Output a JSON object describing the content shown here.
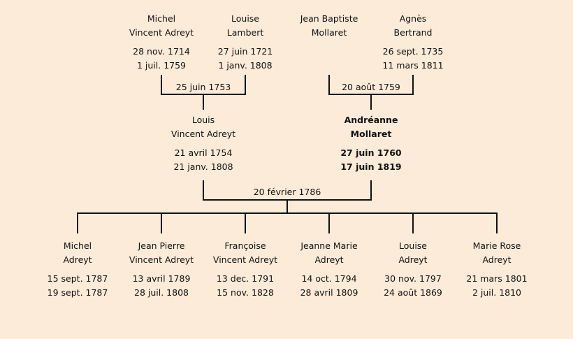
{
  "grandparents": [
    {
      "first": "Michel",
      "last": "Vincent Adreyt",
      "birth": "28 nov. 1714",
      "death": "1 juil. 1759"
    },
    {
      "first": "Louise",
      "last": "Lambert",
      "birth": "27 juin 1721",
      "death": "1 janv. 1808"
    },
    {
      "first": "Jean Baptiste",
      "last": "Mollaret",
      "birth": "",
      "death": ""
    },
    {
      "first": "Agnès",
      "last": "Bertrand",
      "birth": "26 sept. 1735",
      "death": "11 mars 1811"
    }
  ],
  "grandparent_marriages": [
    "25 juin 1753",
    "20 août 1759"
  ],
  "parents": [
    {
      "first": "Louis",
      "last": "Vincent Adreyt",
      "birth": "21 avril 1754",
      "death": "21 janv. 1808",
      "highlight": false
    },
    {
      "first": "Andréanne",
      "last": "Mollaret",
      "birth": "27 juin 1760",
      "death": "17 juin 1819",
      "highlight": true
    }
  ],
  "parent_marriage": "20 février 1786",
  "children": [
    {
      "first": "Michel",
      "last": "Adreyt",
      "birth": "15 sept. 1787",
      "death": "19 sept. 1787"
    },
    {
      "first": "Jean Pierre",
      "last": "Vincent Adreyt",
      "birth": "13 avril 1789",
      "death": "28 juil. 1808"
    },
    {
      "first": "Françoise",
      "last": "Vincent Adreyt",
      "birth": "13 dec. 1791",
      "death": "15 nov. 1828"
    },
    {
      "first": "Jeanne Marie",
      "last": "Adreyt",
      "birth": "14 oct. 1794",
      "death": "28 avril 1809"
    },
    {
      "first": "Louise",
      "last": "Adreyt",
      "birth": "30 nov. 1797",
      "death": "24 août 1869"
    },
    {
      "first": "Marie Rose",
      "last": "Adreyt",
      "birth": "21 mars 1801",
      "death": "2 juil. 1810"
    }
  ]
}
